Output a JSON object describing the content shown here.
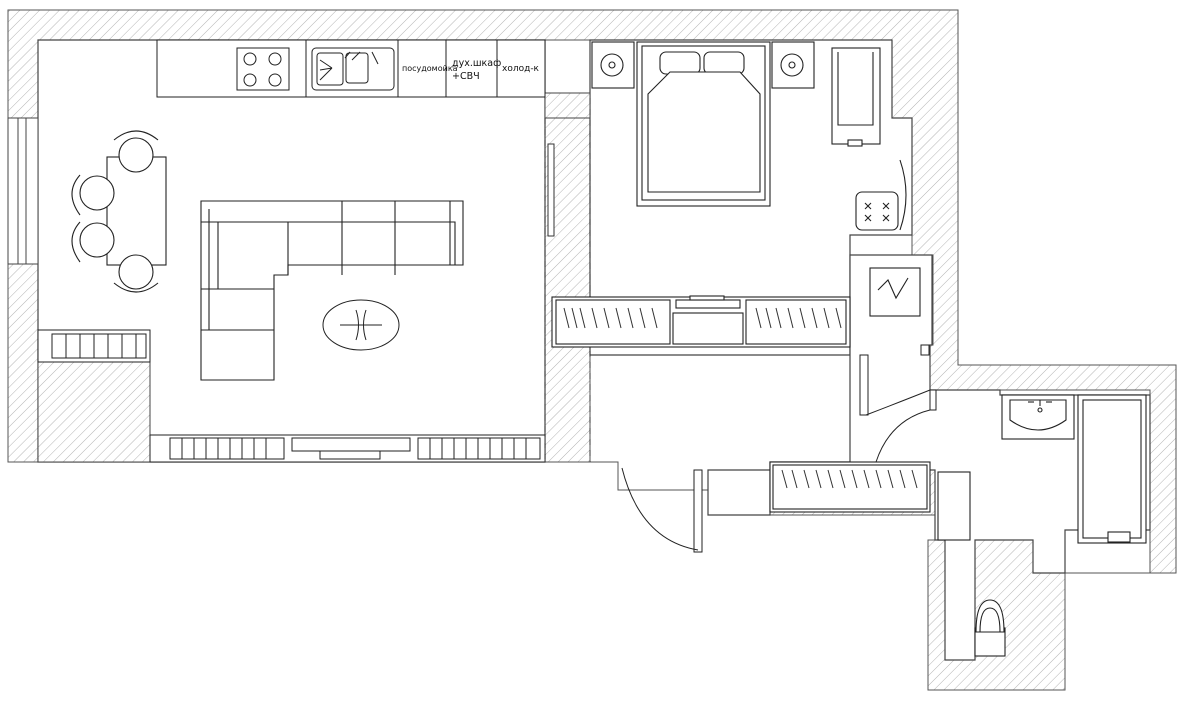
{
  "kitchen_labels": {
    "dishwasher": "посудомойка",
    "oven_line1": "дух.шкаф",
    "oven_line2": "+СВЧ",
    "fridge": "холод-к"
  }
}
